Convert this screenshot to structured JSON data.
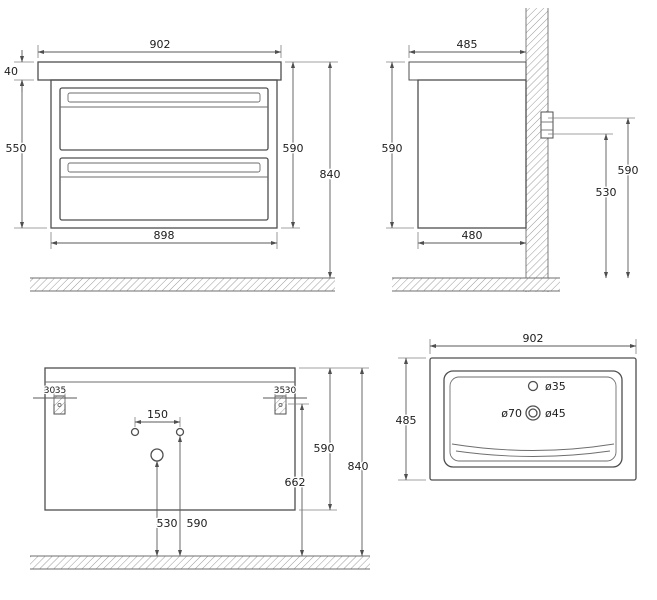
{
  "palette": {
    "line": "#4f4f4f",
    "dim_line": "#5a5a5a",
    "text": "#1c1c1c",
    "hatch": "#9a9a9a",
    "background": "#ffffff"
  },
  "views": {
    "front": {
      "label": "front-view",
      "dims": {
        "overall_width": "902",
        "top_thickness": "40",
        "cabinet_height": "550",
        "total_height": "590",
        "floor_to_top": "840",
        "cabinet_width": "898"
      }
    },
    "side": {
      "label": "side-view",
      "dims": {
        "overall_depth": "485",
        "total_height": "590",
        "cabinet_depth": "480",
        "rail_height_upper": "590",
        "rail_height_lower": "530"
      }
    },
    "back": {
      "label": "back-view",
      "dims": {
        "offset_left_outer": "30",
        "offset_left_inner": "35",
        "offset_right_inner": "35",
        "offset_right_outer": "30",
        "tap_hole_spacing": "150",
        "drain_hole_height": "530",
        "tap_hole_height": "590",
        "bracket_height": "662",
        "panel_height": "590",
        "total_height": "840"
      }
    },
    "basin": {
      "label": "basin-top-view",
      "dims": {
        "width": "902",
        "depth": "485",
        "tap_hole_dia": "ø35",
        "overflow_dia": "ø70",
        "drain_dia": "ø45"
      }
    }
  }
}
